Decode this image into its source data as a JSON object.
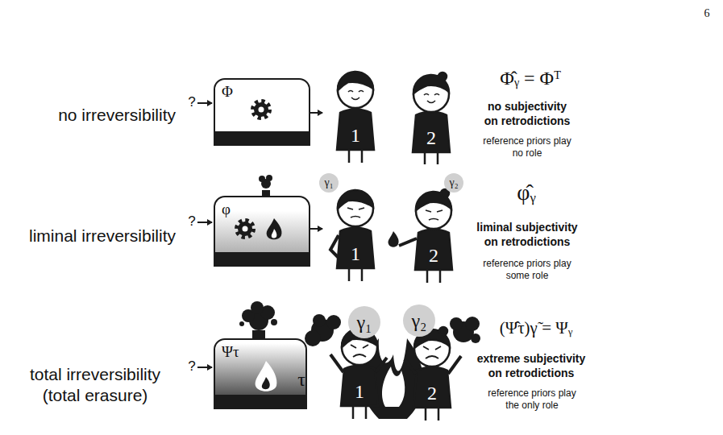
{
  "diagram": {
    "nodes": [
      {
        "text": [
          "Φ"
        ]
      },
      {
        "text": [
          "1"
        ]
      },
      {
        "text": [
          "2"
        ]
      },
      {
        "text": [
          "φ"
        ]
      },
      {
        "text": [
          "γ₁"
        ]
      },
      {
        "text": [
          "1"
        ]
      },
      {
        "text": [
          "γ₂"
        ]
      },
      {
        "text": [
          "2"
        ]
      },
      {
        "text": [
          "Ψτ"
        ]
      },
      {
        "text": [
          "γ₁"
        ]
      },
      {
        "text": [
          "1"
        ]
      },
      {
        "text": [
          "γ₂"
        ]
      },
      {
        "text": [
          "2"
        ]
      }
    ],
    "labels": [
      "6",
      "no irreversibility",
      "?",
      "Φ̂ᵧ = Φᵀ",
      "no subjectivity on retrodictions",
      "reference priors play no role",
      "liminal irreversibility",
      "?",
      "φ̂ᵧ",
      "liminal subjectivity on retrodictions",
      "reference priors play some role",
      "total irreversibility (total erasure)",
      "?",
      "τ",
      "(Ψ̂τ)γ̃ = Ψᵧ",
      "extreme subjectivity on retrodictions",
      "reference priors play the only role"
    ]
  }
}
